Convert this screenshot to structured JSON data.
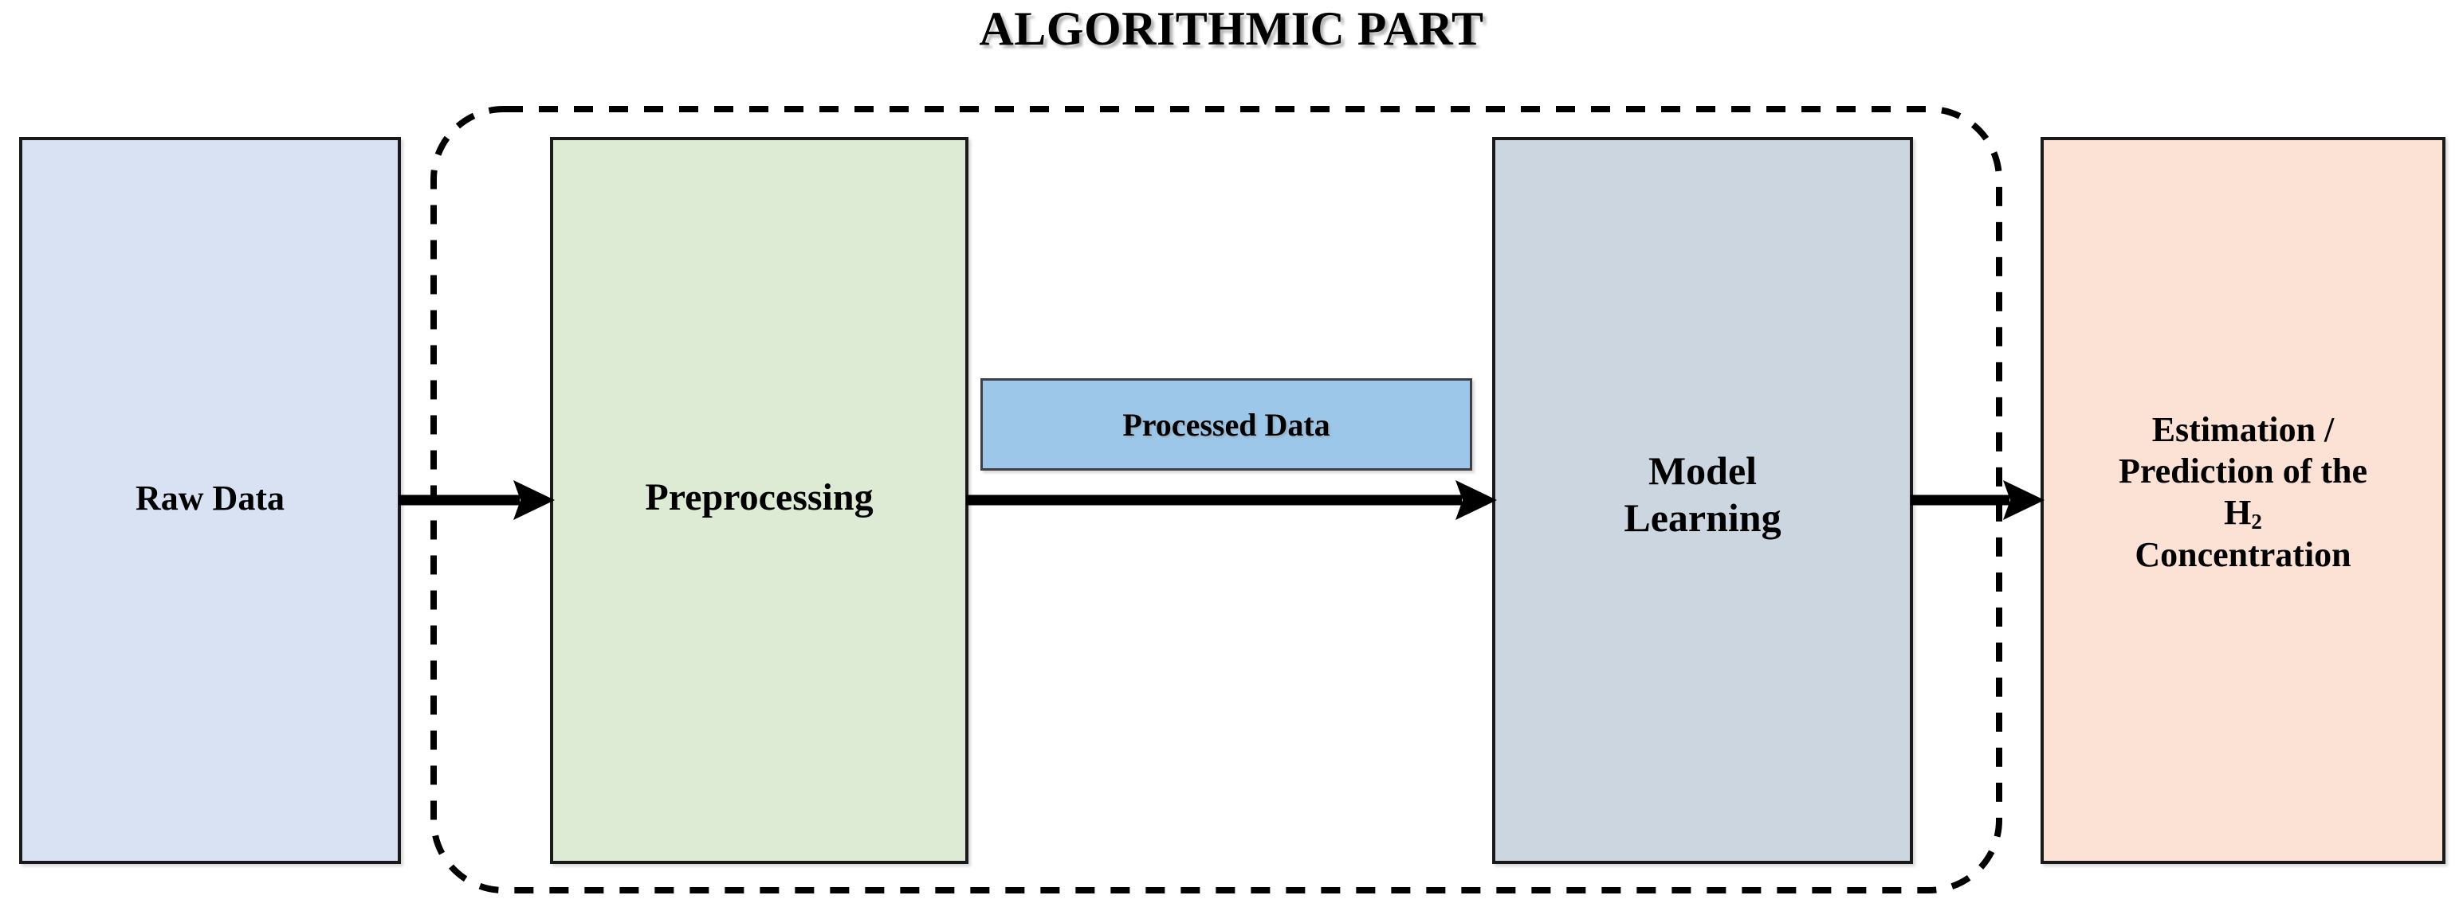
{
  "diagram": {
    "title": "ALGORITHMIC PART",
    "group": {
      "name": "algorithmic-part-group",
      "style": "dashed-rounded-rectangle",
      "stroke_color": "#000000"
    },
    "nodes": [
      {
        "id": "raw-data",
        "label": "Raw Data",
        "lines": [
          "Raw Data"
        ],
        "fill": "#d9e2f3",
        "border": "#1a1a1a",
        "inside_group": false
      },
      {
        "id": "preprocessing",
        "label": "Preprocessing",
        "lines": [
          "Preprocessing"
        ],
        "fill": "#ddebd4",
        "border": "#1a1a1a",
        "inside_group": true
      },
      {
        "id": "model-learning",
        "label": "Model Learning",
        "lines": [
          "Model",
          "Learning"
        ],
        "fill": "#ccd6e0",
        "border": "#1a1a1a",
        "inside_group": true
      },
      {
        "id": "estimation-prediction",
        "label": "Estimation / Prediction of the H2 Concentration",
        "lines": [
          "Estimation /",
          "Prediction of the",
          "H2",
          "Concentration"
        ],
        "line3_base": "H",
        "line3_sub": "2",
        "fill": "#fbe2d4",
        "border": "#1a1a1a",
        "inside_group": false
      }
    ],
    "edge_labels": [
      {
        "id": "processed-data",
        "label": "Processed Data",
        "fill": "#9dc7e8",
        "border": "#3f3f46"
      }
    ],
    "connectors": [
      {
        "id": "arrow-raw-to-preprocessing",
        "from": "raw-data",
        "to": "preprocessing",
        "style": "solid-arrow"
      },
      {
        "id": "arrow-preprocessing-to-model",
        "from": "preprocessing",
        "to": "model-learning",
        "style": "solid-arrow"
      },
      {
        "id": "arrow-model-to-estimation",
        "from": "model-learning",
        "to": "estimation-prediction",
        "style": "solid-arrow"
      }
    ]
  }
}
